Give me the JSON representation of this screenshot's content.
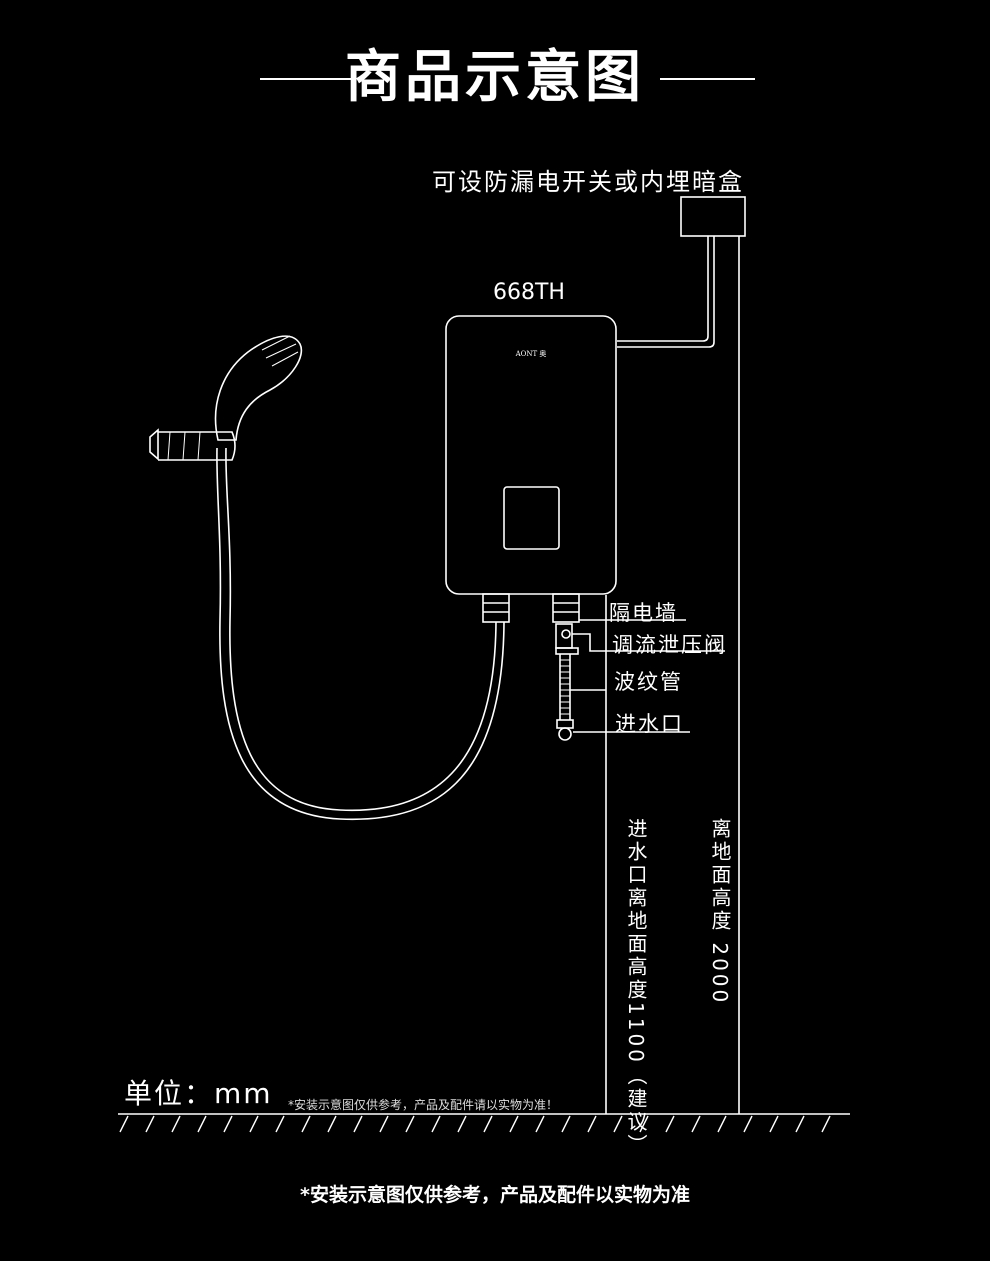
{
  "title": "商品示意图",
  "switch_box_label": "可设防漏电开关或内埋暗盒",
  "model": "668TH",
  "brand_text": "AONT 奥",
  "parts": {
    "wall": "隔电墙",
    "valve": "调流泄压阀",
    "hose": "波纹管",
    "inlet": "进水口"
  },
  "inlet_height_label": "进水口离地面高度1100（建议）",
  "heater_height_label": "离地面高度 2000",
  "unit_label": "单位：mm",
  "small_note": "*安装示意图仅供参考，产品及配件请以实物为准！",
  "bottom_note": "*安装示意图仅供参考，产品及配件以实物为准"
}
